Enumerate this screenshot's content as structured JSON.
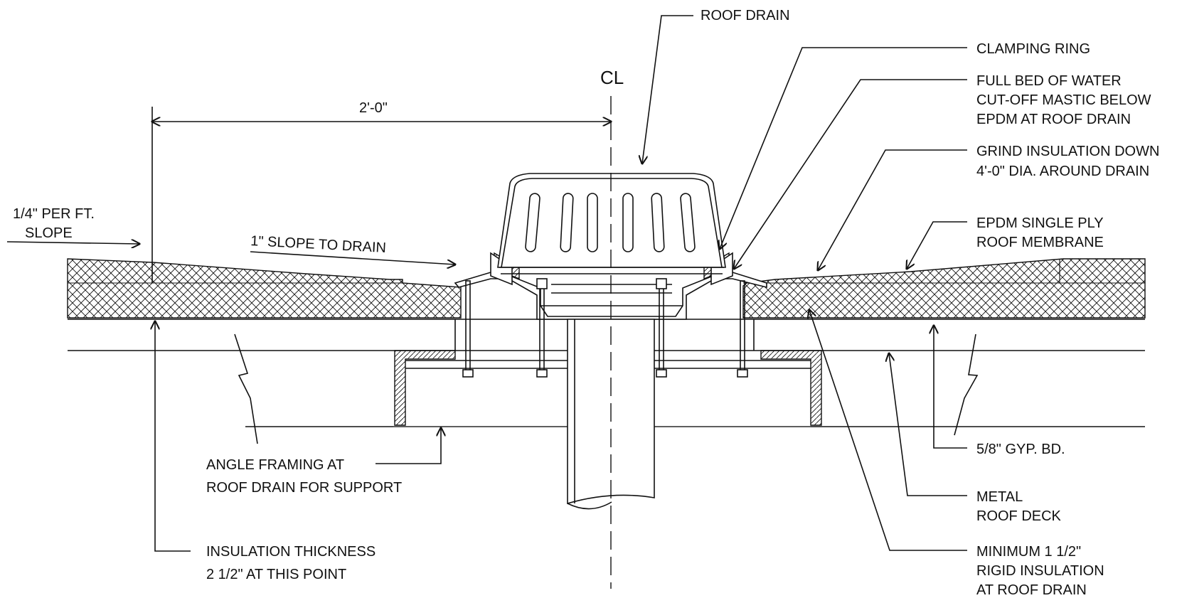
{
  "labels": {
    "roof_drain": "ROOF DRAIN",
    "clamping_ring": "CLAMPING RING",
    "mastic_1": "FULL BED OF WATER",
    "mastic_2": "CUT-OFF MASTIC BELOW",
    "mastic_3": "EPDM AT ROOF DRAIN",
    "grind_1": "GRIND INSULATION DOWN",
    "grind_2": "4'-0\" DIA. AROUND DRAIN",
    "epdm_1": "EPDM SINGLE PLY",
    "epdm_2": "ROOF MEMBRANE",
    "slope_left_1": "1/4\" PER FT.",
    "slope_left_2": "SLOPE",
    "slope_to_drain": "1\" SLOPE TO DRAIN",
    "dimension": "2'-0\"",
    "centerline": "CL",
    "gyp_bd": "5/8\" GYP. BD.",
    "angle_1": "ANGLE FRAMING AT",
    "angle_2": "ROOF DRAIN FOR SUPPORT",
    "metal_1": "METAL",
    "metal_2": "ROOF DECK",
    "insthk_1": "INSULATION THICKNESS",
    "insthk_2": "2 1/2\" AT THIS POINT",
    "minins_1": "MINIMUM 1 1/2\"",
    "minins_2": "RIGID INSULATION",
    "minins_3": "AT ROOF DRAIN"
  },
  "colors": {
    "ink": "#111111",
    "paper": "#ffffff"
  }
}
